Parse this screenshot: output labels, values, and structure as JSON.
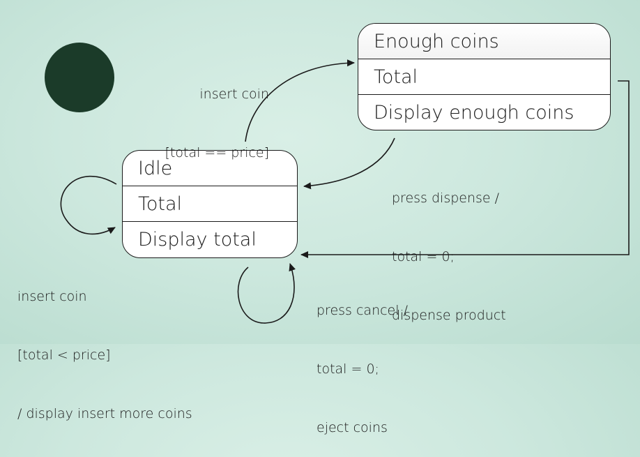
{
  "states": {
    "idle": {
      "name": "Idle",
      "variable": "Total",
      "action": "Display total"
    },
    "enough": {
      "name": "Enough coins",
      "variable": "Total",
      "action": "Display enough coins"
    }
  },
  "transitions": {
    "insert_to_enough": {
      "line1": "insert coin",
      "line2": "[total == price]"
    },
    "dispense": {
      "line1": "press dispense /",
      "line2": "total = 0;",
      "line3": "dispense product"
    },
    "insert_less": {
      "line1": "insert coin",
      "line2": "[total < price]",
      "line3": "/ display insert more coins"
    },
    "cancel": {
      "line1": "press cancel /",
      "line2": "total = 0;",
      "line3": "eject coins"
    }
  },
  "colors": {
    "background": "#cde8de",
    "initial_node": "#1b3b29",
    "stroke": "#1a1a1a"
  }
}
